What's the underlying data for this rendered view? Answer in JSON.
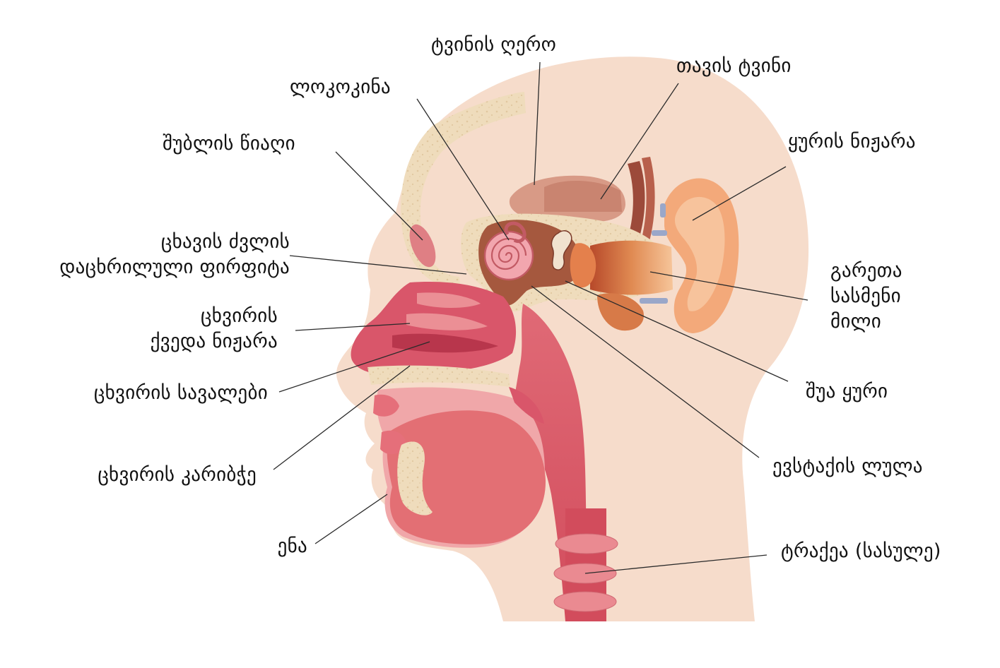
{
  "diagram": {
    "labels": {
      "brainstem": "ტვინის ღერო",
      "brain": "თავის ტვინი",
      "cochlea": "ლოკოკინა",
      "pinna": "ყურის ნიჟარა",
      "frontal_sinus": "შუბლის წიაღი",
      "cribriform_1": "ცხავის ძვლის",
      "cribriform_2": "დაცხრილული ფირფიტა",
      "canal_1": "გარეთა",
      "canal_2": "სასმენი",
      "canal_3": "მილი",
      "turbinate_1": "ცხვირის",
      "turbinate_2": "ქვედა ნიჟარა",
      "passages": "ცხვირის სავალები",
      "middle_ear": "შუა ყური",
      "vestibule": "ცხვირის კარიბჭე",
      "eustachian": "ევსტაქის ლულა",
      "tongue": "ენა",
      "trachea": "ტრაქეა (სასულე)"
    },
    "colors": {
      "skin": "#f6dccb",
      "bone": "#efdcbc",
      "nasal": "#d9566a",
      "tissue": "#e98a8a",
      "brain": "#c98470",
      "ear": "#f3a97a",
      "trachea": "#e8828a"
    }
  }
}
